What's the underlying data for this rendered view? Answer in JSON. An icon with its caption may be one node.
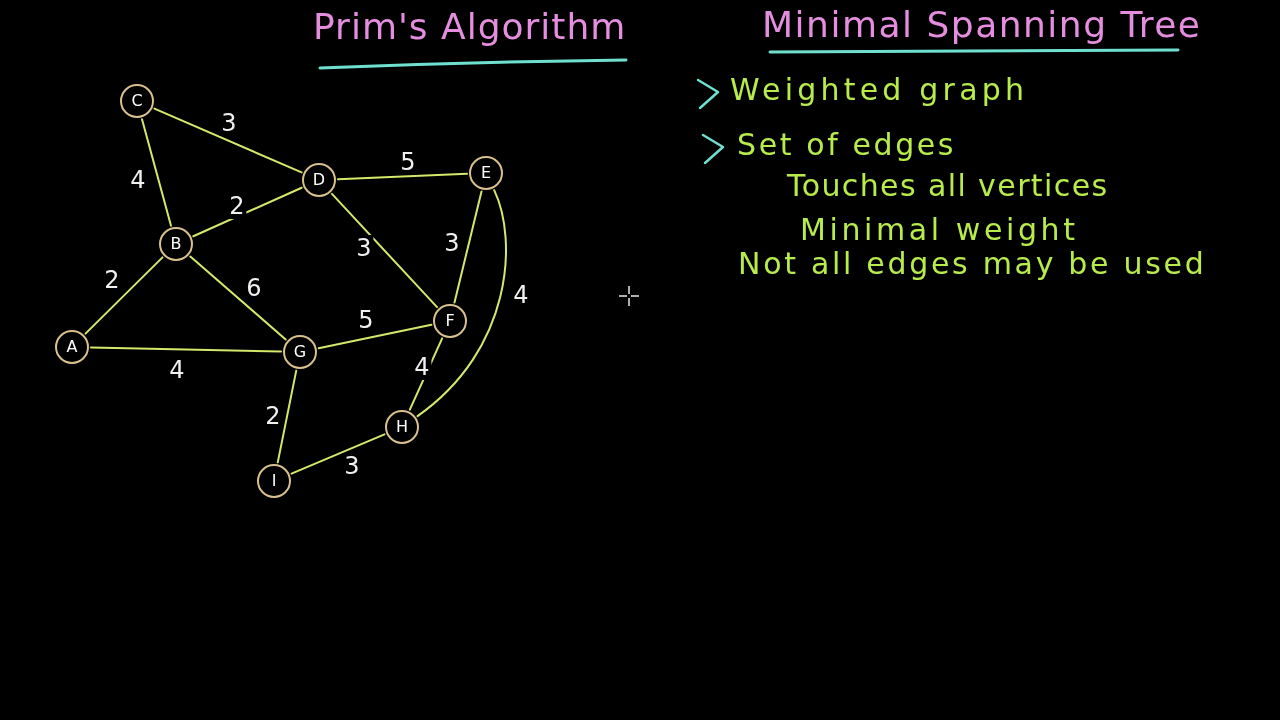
{
  "diagram": {
    "title": "Prim's Algorithm",
    "nodes": [
      {
        "text": [
          "C"
        ]
      },
      {
        "text": [
          "D"
        ]
      },
      {
        "text": [
          "E"
        ]
      },
      {
        "text": [
          "B"
        ]
      },
      {
        "text": [
          "A"
        ]
      },
      {
        "text": [
          "G"
        ]
      },
      {
        "text": [
          "F"
        ]
      },
      {
        "text": [
          "H"
        ]
      },
      {
        "text": [
          "I"
        ]
      }
    ],
    "edges": [
      {
        "from": 0,
        "to": 1,
        "arrow": "none",
        "label": "3"
      },
      {
        "from": 0,
        "to": 3,
        "arrow": "none",
        "label": "4"
      },
      {
        "from": 1,
        "to": 2,
        "arrow": "none",
        "label": "5"
      },
      {
        "from": 3,
        "to": 1,
        "arrow": "none",
        "label": "2"
      },
      {
        "from": 4,
        "to": 3,
        "arrow": "none",
        "label": "2"
      },
      {
        "from": 3,
        "to": 5,
        "arrow": "none",
        "label": "6"
      },
      {
        "from": 1,
        "to": 6,
        "arrow": "none",
        "label": "3"
      },
      {
        "from": 2,
        "to": 6,
        "arrow": "none",
        "label": "3"
      },
      {
        "from": 2,
        "to": 7,
        "arrow": "none",
        "label": "4"
      },
      {
        "from": 4,
        "to": 5,
        "arrow": "none",
        "label": "4"
      },
      {
        "from": 5,
        "to": 6,
        "arrow": "none",
        "label": "5"
      },
      {
        "from": 6,
        "to": 7,
        "arrow": "none",
        "label": "4"
      },
      {
        "from": 5,
        "to": 8,
        "arrow": "none",
        "label": "2"
      },
      {
        "from": 8,
        "to": 7,
        "arrow": "none",
        "label": "3"
      }
    ],
    "labels": [
      "Minimal Spanning Tree",
      "Weighted graph",
      "Set of edges",
      "Touches all vertices",
      "Minimal weight",
      "Not all edges may be used"
    ]
  }
}
